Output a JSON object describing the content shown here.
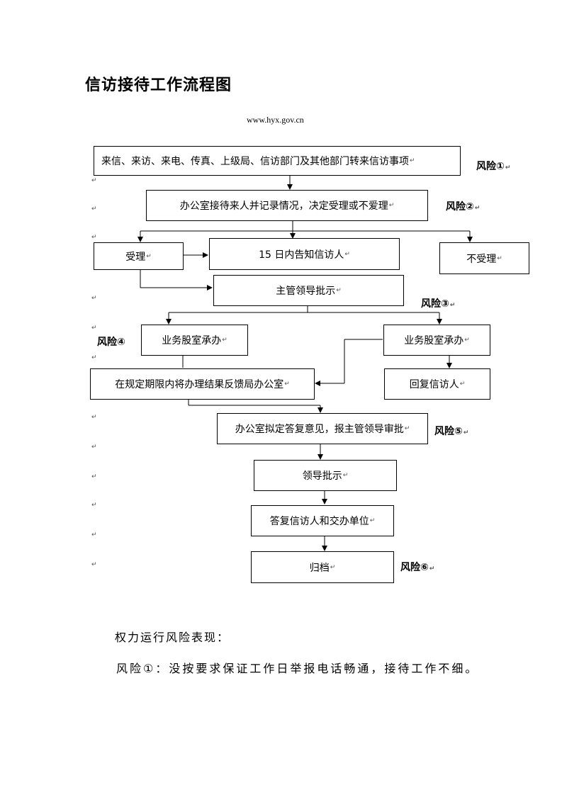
{
  "doc": {
    "title": "信访接待工作流程图",
    "website": "www.hyx.gov.cn",
    "para_mark": "↵"
  },
  "flow": {
    "n1": "来信、来访、来电、传真、上级局、信访部门及其他部门转来信访事项",
    "n2": "办公室接待来人并记录情况，决定受理或不爱理",
    "n3": "受理",
    "n4": "15 日内告知信访人",
    "n5": "不受理",
    "n6": "主管领导批示",
    "n7": "业务股室承办",
    "n8": "业务股室承办",
    "n9": "在规定期限内将办理结果反馈局办公室",
    "n10": "回复信访人",
    "n11": "办公室拟定答复意见，报主管领导审批",
    "n12": "领导批示",
    "n13": "答复信访人和交办单位",
    "n14": "归档"
  },
  "risks": {
    "r1": "风险①",
    "r2": "风险②",
    "r3": "风险③",
    "r4": "风险④",
    "r5": "风险⑤",
    "r6": "风险⑥"
  },
  "section": {
    "heading": "权力运行风险表现：",
    "paragraph": "风险①：没按要求保证工作日举报电话畅通，接待工作不细。"
  }
}
